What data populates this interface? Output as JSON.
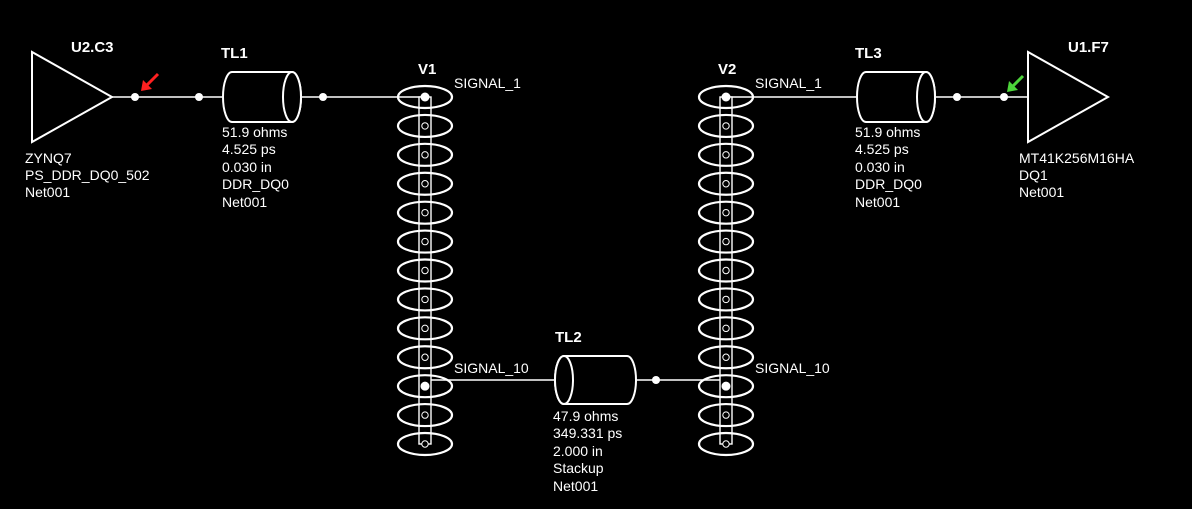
{
  "colors": {
    "background": "#000000",
    "line": "#ffffff",
    "probe_driver": "#ff2020",
    "probe_receiver": "#4cd43a"
  },
  "driver": {
    "ref": "U2.C3",
    "lines": [
      "ZYNQ7",
      "PS_DDR_DQ0_502",
      "Net001"
    ],
    "probe_icon": "red-probe-arrow-icon"
  },
  "receiver": {
    "ref": "U1.F7",
    "lines": [
      "MT41K256M16HA",
      "DQ1",
      "Net001"
    ],
    "probe_icon": "green-probe-arrow-icon"
  },
  "tl1": {
    "ref": "TL1",
    "lines": [
      "51.9 ohms",
      "4.525 ps",
      "0.030 in",
      "DDR_DQ0",
      "Net001"
    ]
  },
  "tl2": {
    "ref": "TL2",
    "lines": [
      "47.9 ohms",
      "349.331 ps",
      "2.000 in",
      "Stackup",
      "Net001"
    ]
  },
  "tl3": {
    "ref": "TL3",
    "lines": [
      "51.9 ohms",
      "4.525 ps",
      "0.030 in",
      "DDR_DQ0",
      "Net001"
    ]
  },
  "v1": {
    "ref": "V1",
    "top_layer": "SIGNAL_1",
    "bottom_layer": "SIGNAL_10"
  },
  "v2": {
    "ref": "V2",
    "top_layer": "SIGNAL_1",
    "bottom_layer": "SIGNAL_10"
  }
}
